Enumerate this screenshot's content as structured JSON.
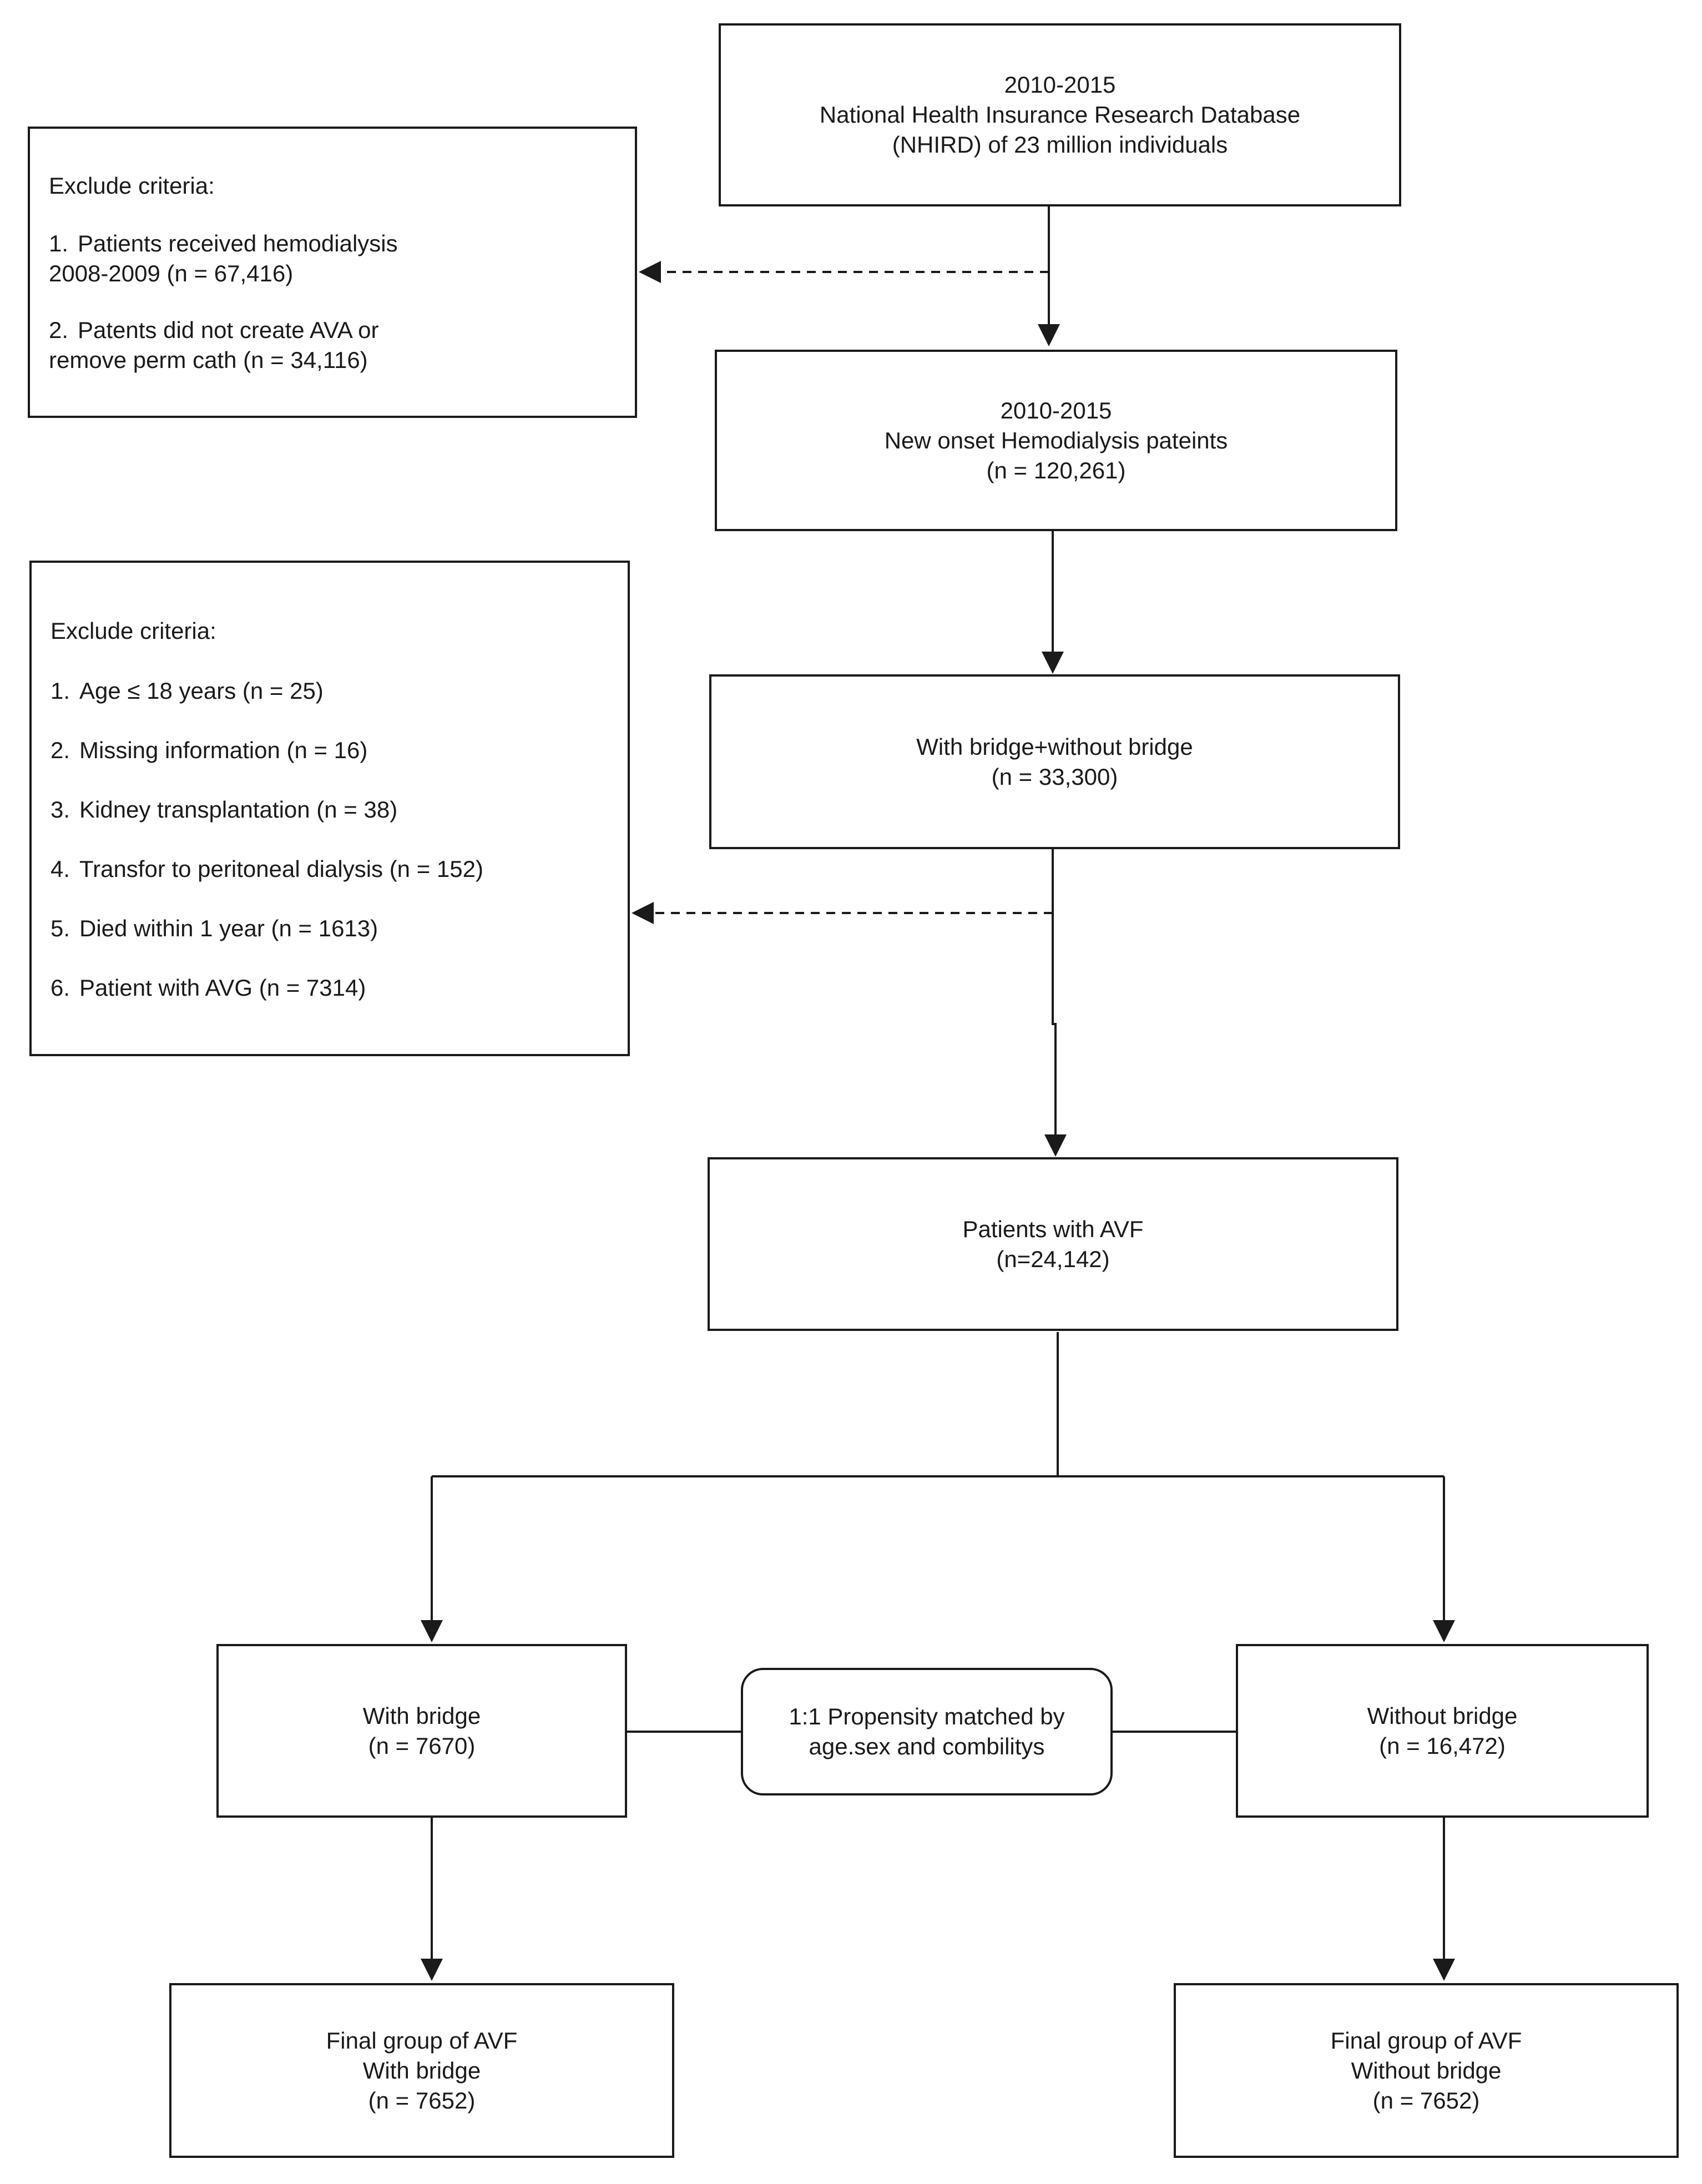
{
  "nodes": {
    "source": [
      "2010-2015",
      "National Health Insurance Research Database",
      "(NHIRD) of 23 million individuals"
    ],
    "onset": [
      "2010-2015",
      "New onset Hemodialysis pateints",
      "(n = 120,261)"
    ],
    "bridge_all": [
      "With bridge+without bridge",
      "(n = 33,300)"
    ],
    "avf": [
      "Patients with AVF",
      "(n=24,142)"
    ],
    "with_bridge": [
      "With bridge",
      "(n = 7670)"
    ],
    "without_bridge": [
      "Without bridge",
      "(n = 16,472)"
    ],
    "propensity": [
      "1:1 Propensity matched by",
      "age.sex and combilitys"
    ],
    "final_with": [
      "Final group of AVF",
      "With bridge",
      "(n = 7652)"
    ],
    "final_without": [
      "Final group of AVF",
      "Without bridge",
      "(n = 7652)"
    ]
  },
  "exclude1": {
    "title": "Exclude criteria:",
    "items": [
      {
        "num": "1.",
        "text": "Patients received hemodialysis\n2008-2009 (n = 67,416)"
      },
      {
        "num": "2.",
        "text": "Patents did not create AVA or\nremove perm cath (n = 34,116)"
      }
    ]
  },
  "exclude2": {
    "title": "Exclude criteria:",
    "items": [
      {
        "num": "1.",
        "text": "Age ≤ 18 years (n = 25)"
      },
      {
        "num": "2.",
        "text": "Missing information (n = 16)"
      },
      {
        "num": "3.",
        "text": "Kidney transplantation (n = 38)"
      },
      {
        "num": "4.",
        "text": "Transfor to peritoneal dialysis (n = 152)"
      },
      {
        "num": "5.",
        "text": "Died within 1 year (n = 1613)"
      },
      {
        "num": "6.",
        "text": "Patient with AVG (n = 7314)"
      }
    ]
  }
}
